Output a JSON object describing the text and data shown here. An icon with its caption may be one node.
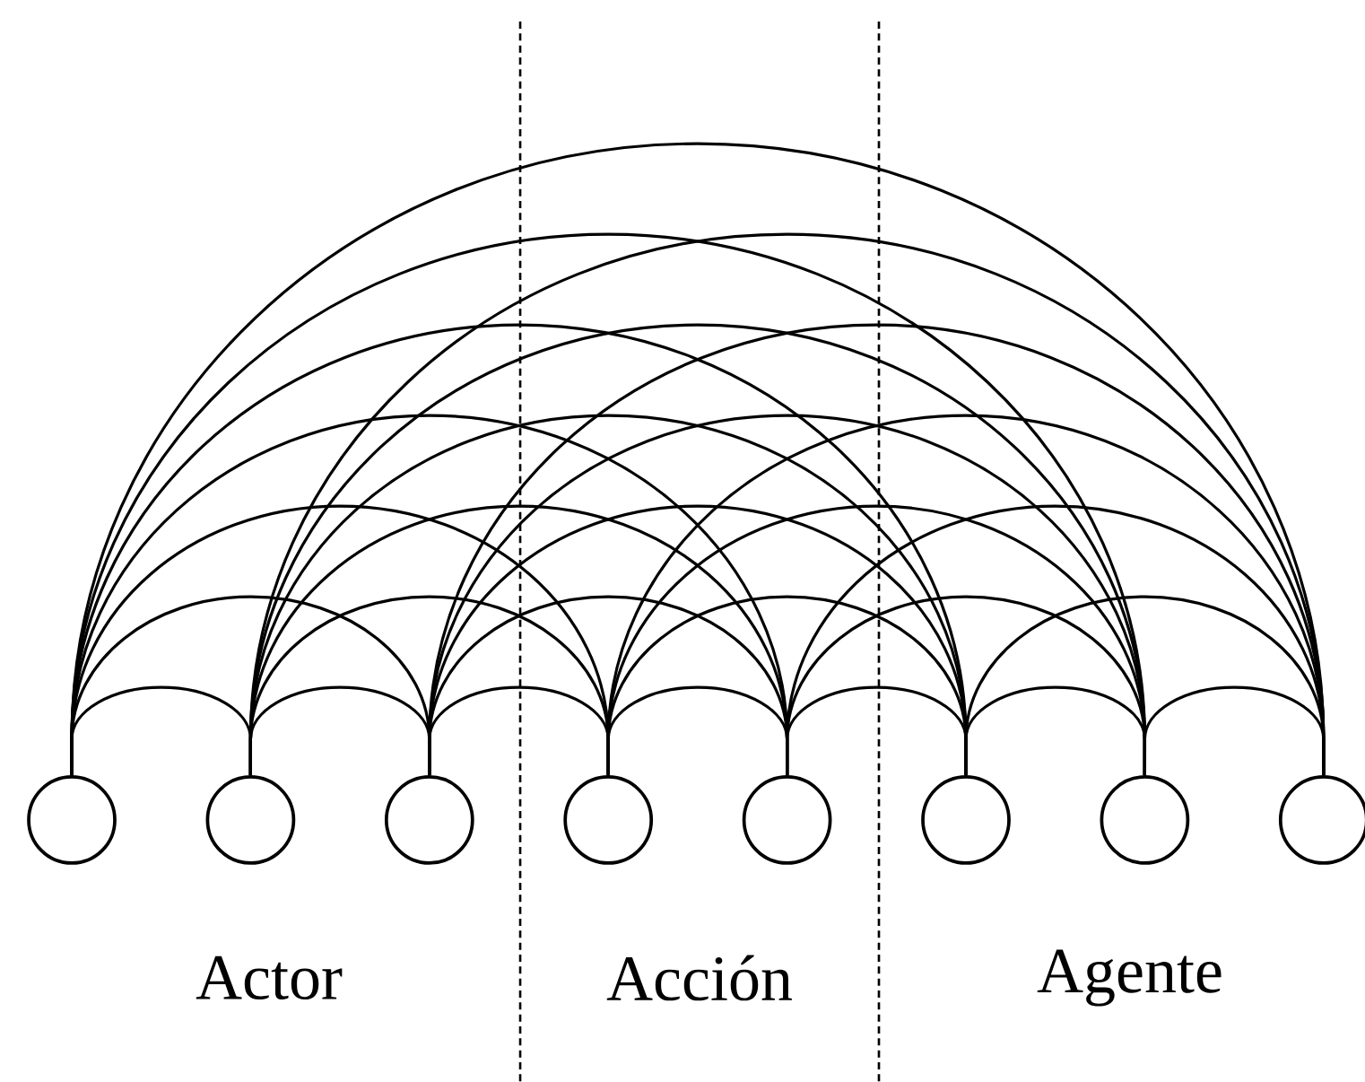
{
  "diagram": {
    "nodes": [
      {
        "text": [],
        "shape": "circle"
      },
      {
        "text": [],
        "shape": "circle"
      },
      {
        "text": [],
        "shape": "circle"
      },
      {
        "text": [],
        "shape": "circle"
      },
      {
        "text": [],
        "shape": "circle"
      },
      {
        "text": [],
        "shape": "circle"
      },
      {
        "text": [],
        "shape": "circle"
      },
      {
        "text": [],
        "shape": "circle"
      }
    ],
    "edges": [
      {
        "from": 0,
        "to": 1,
        "arrow": "none"
      },
      {
        "from": 0,
        "to": 2,
        "arrow": "none"
      },
      {
        "from": 0,
        "to": 3,
        "arrow": "none"
      },
      {
        "from": 0,
        "to": 4,
        "arrow": "none"
      },
      {
        "from": 0,
        "to": 5,
        "arrow": "none"
      },
      {
        "from": 0,
        "to": 6,
        "arrow": "none"
      },
      {
        "from": 0,
        "to": 7,
        "arrow": "none"
      },
      {
        "from": 1,
        "to": 2,
        "arrow": "none"
      },
      {
        "from": 1,
        "to": 3,
        "arrow": "none"
      },
      {
        "from": 1,
        "to": 4,
        "arrow": "none"
      },
      {
        "from": 1,
        "to": 5,
        "arrow": "none"
      },
      {
        "from": 1,
        "to": 6,
        "arrow": "none"
      },
      {
        "from": 1,
        "to": 7,
        "arrow": "none"
      },
      {
        "from": 2,
        "to": 3,
        "arrow": "none"
      },
      {
        "from": 2,
        "to": 4,
        "arrow": "none"
      },
      {
        "from": 2,
        "to": 5,
        "arrow": "none"
      },
      {
        "from": 2,
        "to": 6,
        "arrow": "none"
      },
      {
        "from": 2,
        "to": 7,
        "arrow": "none"
      },
      {
        "from": 3,
        "to": 4,
        "arrow": "none"
      },
      {
        "from": 3,
        "to": 5,
        "arrow": "none"
      },
      {
        "from": 3,
        "to": 6,
        "arrow": "none"
      },
      {
        "from": 3,
        "to": 7,
        "arrow": "none"
      },
      {
        "from": 4,
        "to": 5,
        "arrow": "none"
      },
      {
        "from": 4,
        "to": 6,
        "arrow": "none"
      },
      {
        "from": 4,
        "to": 7,
        "arrow": "none"
      },
      {
        "from": 5,
        "to": 6,
        "arrow": "none"
      },
      {
        "from": 5,
        "to": 7,
        "arrow": "none"
      },
      {
        "from": 6,
        "to": 7,
        "arrow": "none"
      }
    ],
    "labels": [
      "Actor",
      "Acción",
      "Agente"
    ]
  }
}
